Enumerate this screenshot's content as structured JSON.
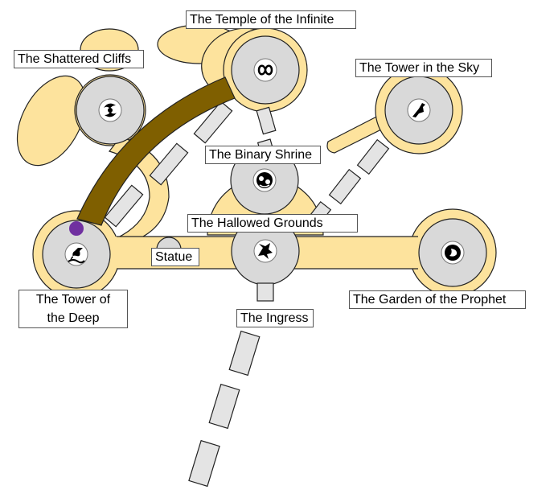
{
  "map": {
    "colors": {
      "floor": "#fde39d",
      "outline": "#222222",
      "platform": "#d9d9d9",
      "tile": "#e4e4e4",
      "bridge": "#7f5f00",
      "player_marker": "#7030a0"
    },
    "locations": [
      {
        "id": "temple-of-the-infinite",
        "name": "The Temple of the Infinite",
        "icon": "infinity-icon"
      },
      {
        "id": "shattered-cliffs",
        "name": "The Shattered Cliffs",
        "icon": "swirl-icon"
      },
      {
        "id": "tower-in-the-sky",
        "name": "The Tower in the Sky",
        "icon": "bird-icon"
      },
      {
        "id": "binary-shrine",
        "name": "The Binary Shrine",
        "icon": "twin-figures-icon"
      },
      {
        "id": "hallowed-grounds",
        "name": "The Hallowed Grounds",
        "icon": "dragon-icon"
      },
      {
        "id": "statue",
        "name": "Statue",
        "icon": ""
      },
      {
        "id": "tower-of-the-deep",
        "name": "The Tower of\nthe Deep",
        "icon": "sea-serpent-icon"
      },
      {
        "id": "garden-of-the-prophet",
        "name": "The Garden of the Prophet",
        "icon": "lion-head-icon"
      },
      {
        "id": "ingress",
        "name": "The Ingress",
        "icon": ""
      }
    ]
  }
}
